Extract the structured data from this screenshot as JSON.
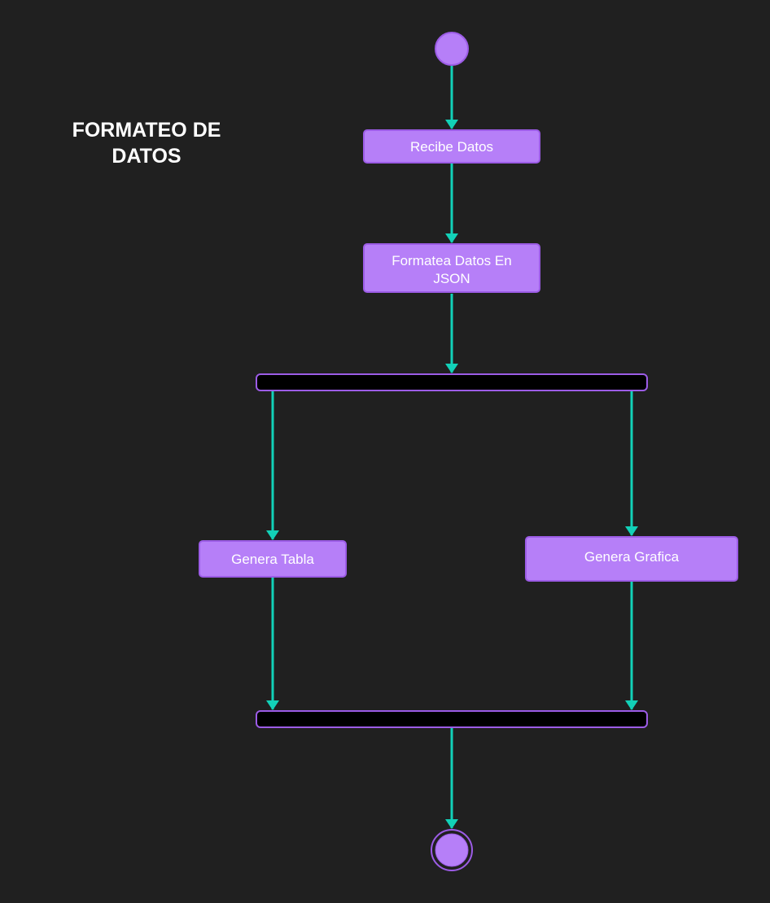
{
  "title": "FORMATEO DE DATOS",
  "colors": {
    "background": "#202020",
    "node_fill": "#b67ff8",
    "node_stroke": "#9c5ce6",
    "edge": "#12d1b8",
    "bar_fill": "#000000",
    "text": "#ffffff"
  },
  "nodes": {
    "recibe": {
      "label": "Recibe Datos"
    },
    "formatea": {
      "lines": [
        "Formatea Datos En",
        "JSON"
      ]
    },
    "tabla": {
      "label": "Genera Tabla"
    },
    "grafica": {
      "label": "Genera Grafica"
    }
  }
}
